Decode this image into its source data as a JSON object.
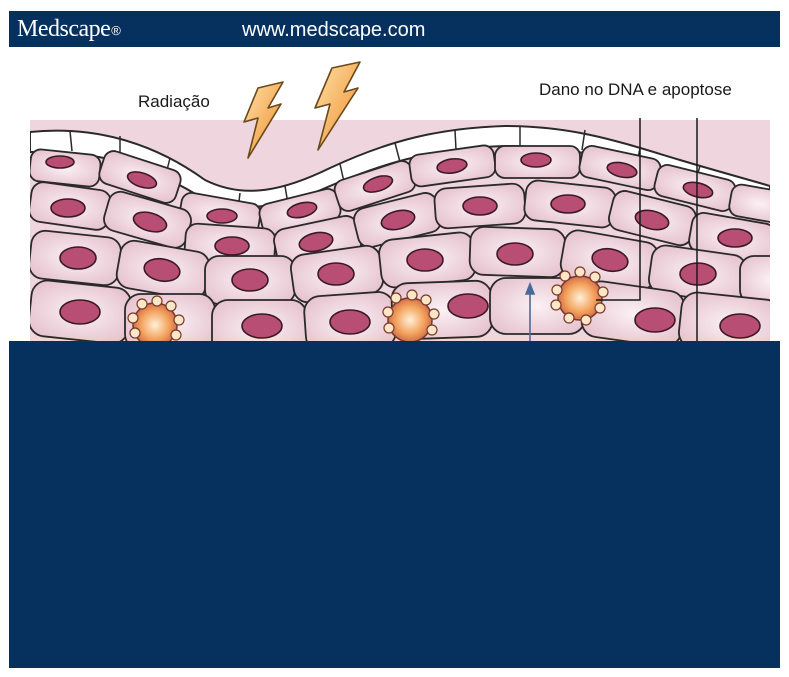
{
  "header": {
    "brand": "Medscape",
    "brand_mark": "®",
    "url": "www.medscape.com"
  },
  "labels": {
    "radiation": "Radiação",
    "dna_damage": "Dano no DNA e apoptose"
  },
  "colors": {
    "banner": "#06315f",
    "cell_fill": "#f3dfe5",
    "nucleus": "#b94e74",
    "lightning": "#f2a93b",
    "apoptotic_cell": "#f08a44"
  }
}
